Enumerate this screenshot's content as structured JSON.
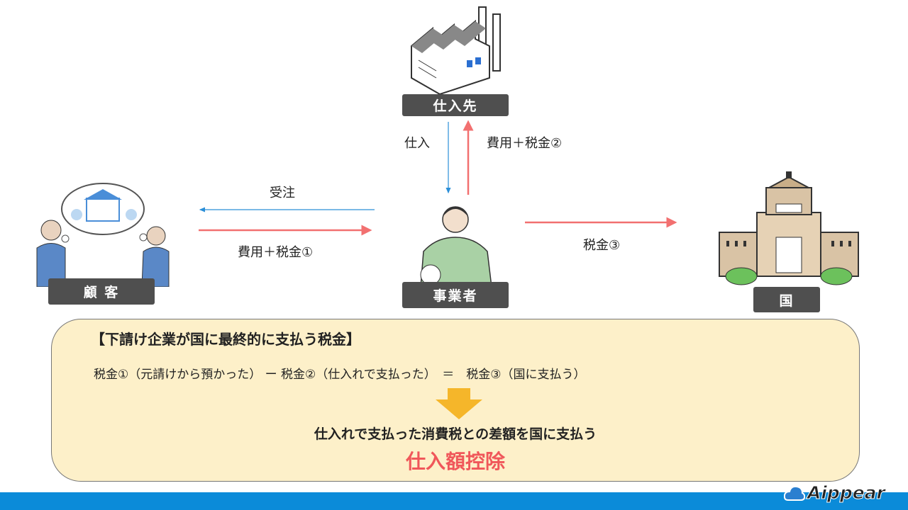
{
  "nodes": {
    "supplier": "仕入先",
    "customer": "顧 客",
    "business": "事業者",
    "country": "国"
  },
  "arrows": {
    "purchase": "仕入",
    "cost_tax2": "費用＋税金②",
    "order": "受注",
    "cost_tax1": "費用＋税金①",
    "tax3": "税金③"
  },
  "panel": {
    "title": "【下請け企業が国に最終的に支払う税金】",
    "formula": "税金①（元請けから預かった） ー 税金②（仕入れで支払った）　＝　税金③（国に支払う）",
    "result": "仕入れで支払った消費税との差額を国に支払う",
    "keyword": "仕入額控除"
  },
  "logo": "Aippear",
  "colors": {
    "red": "#f27070",
    "blue": "#2b8fd8",
    "tag": "#4f4f4f",
    "panel": "#fdf0c9",
    "yellow": "#f5b62a",
    "brand": "#0b8bd9",
    "keyword": "#f0575a"
  }
}
